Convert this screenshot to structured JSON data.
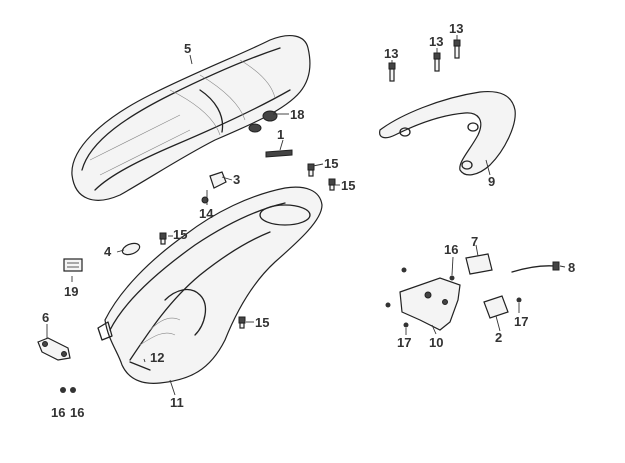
{
  "callouts": {
    "c1": "1",
    "c2": "2",
    "c3": "3",
    "c4": "4",
    "c5": "5",
    "c6": "6",
    "c7": "7",
    "c8": "8",
    "c9": "9",
    "c10": "10",
    "c11": "11",
    "c12": "12",
    "c13a": "13",
    "c13b": "13",
    "c13c": "13",
    "c14": "14",
    "c15a": "15",
    "c15b": "15",
    "c15c": "15",
    "c15d": "15",
    "c16a": "16",
    "c16b": "16",
    "c16c": "16",
    "c17a": "17",
    "c17b": "17",
    "c18": "18",
    "c19": "19"
  },
  "colors": {
    "line": "#222222",
    "label": "#333333",
    "background": "#ffffff"
  }
}
